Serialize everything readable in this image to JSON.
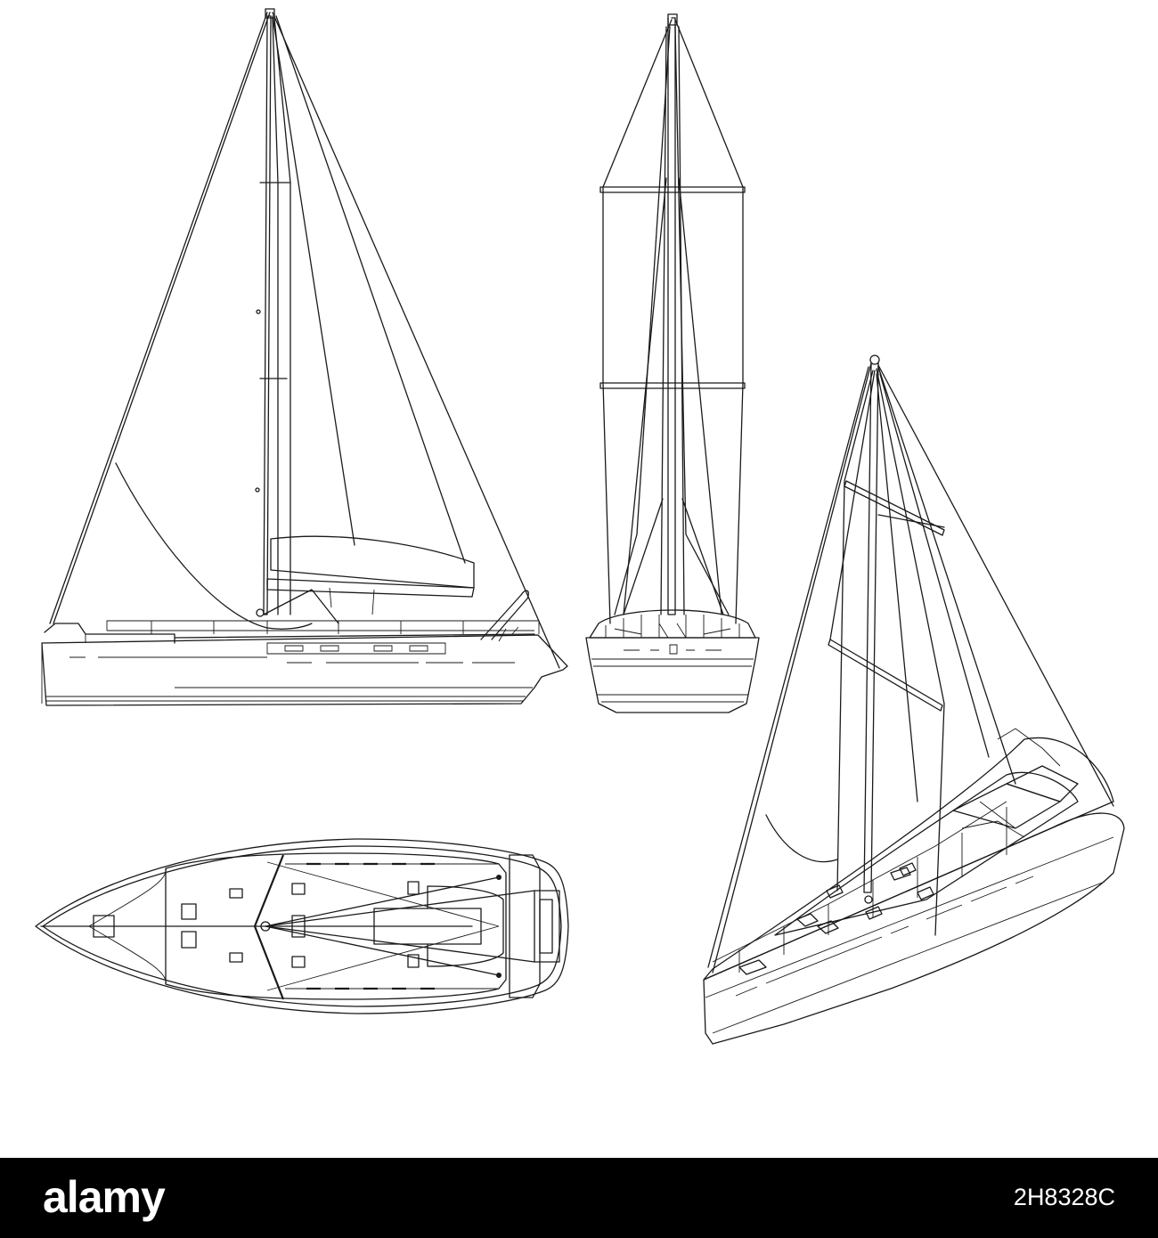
{
  "footer": {
    "brand": "alamy",
    "image_code": "2H8328C",
    "background_color": "#000000",
    "text_color": "#ffffff"
  },
  "illustration": {
    "line_color": "#1a1a1a",
    "background_color": "#ffffff",
    "views": [
      "side-view",
      "stern-view",
      "top-view",
      "perspective-view"
    ]
  }
}
